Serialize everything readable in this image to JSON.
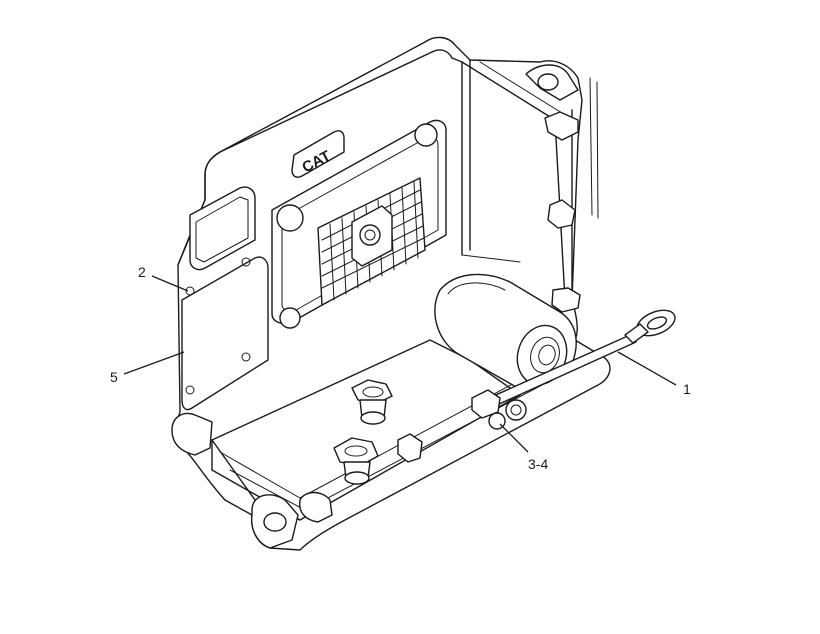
{
  "callouts": [
    {
      "id": "c1",
      "label": "1"
    },
    {
      "id": "c2",
      "label": "2"
    },
    {
      "id": "c34",
      "label": "3-4"
    },
    {
      "id": "c5",
      "label": "5"
    }
  ],
  "logo": {
    "text": "CAT"
  }
}
